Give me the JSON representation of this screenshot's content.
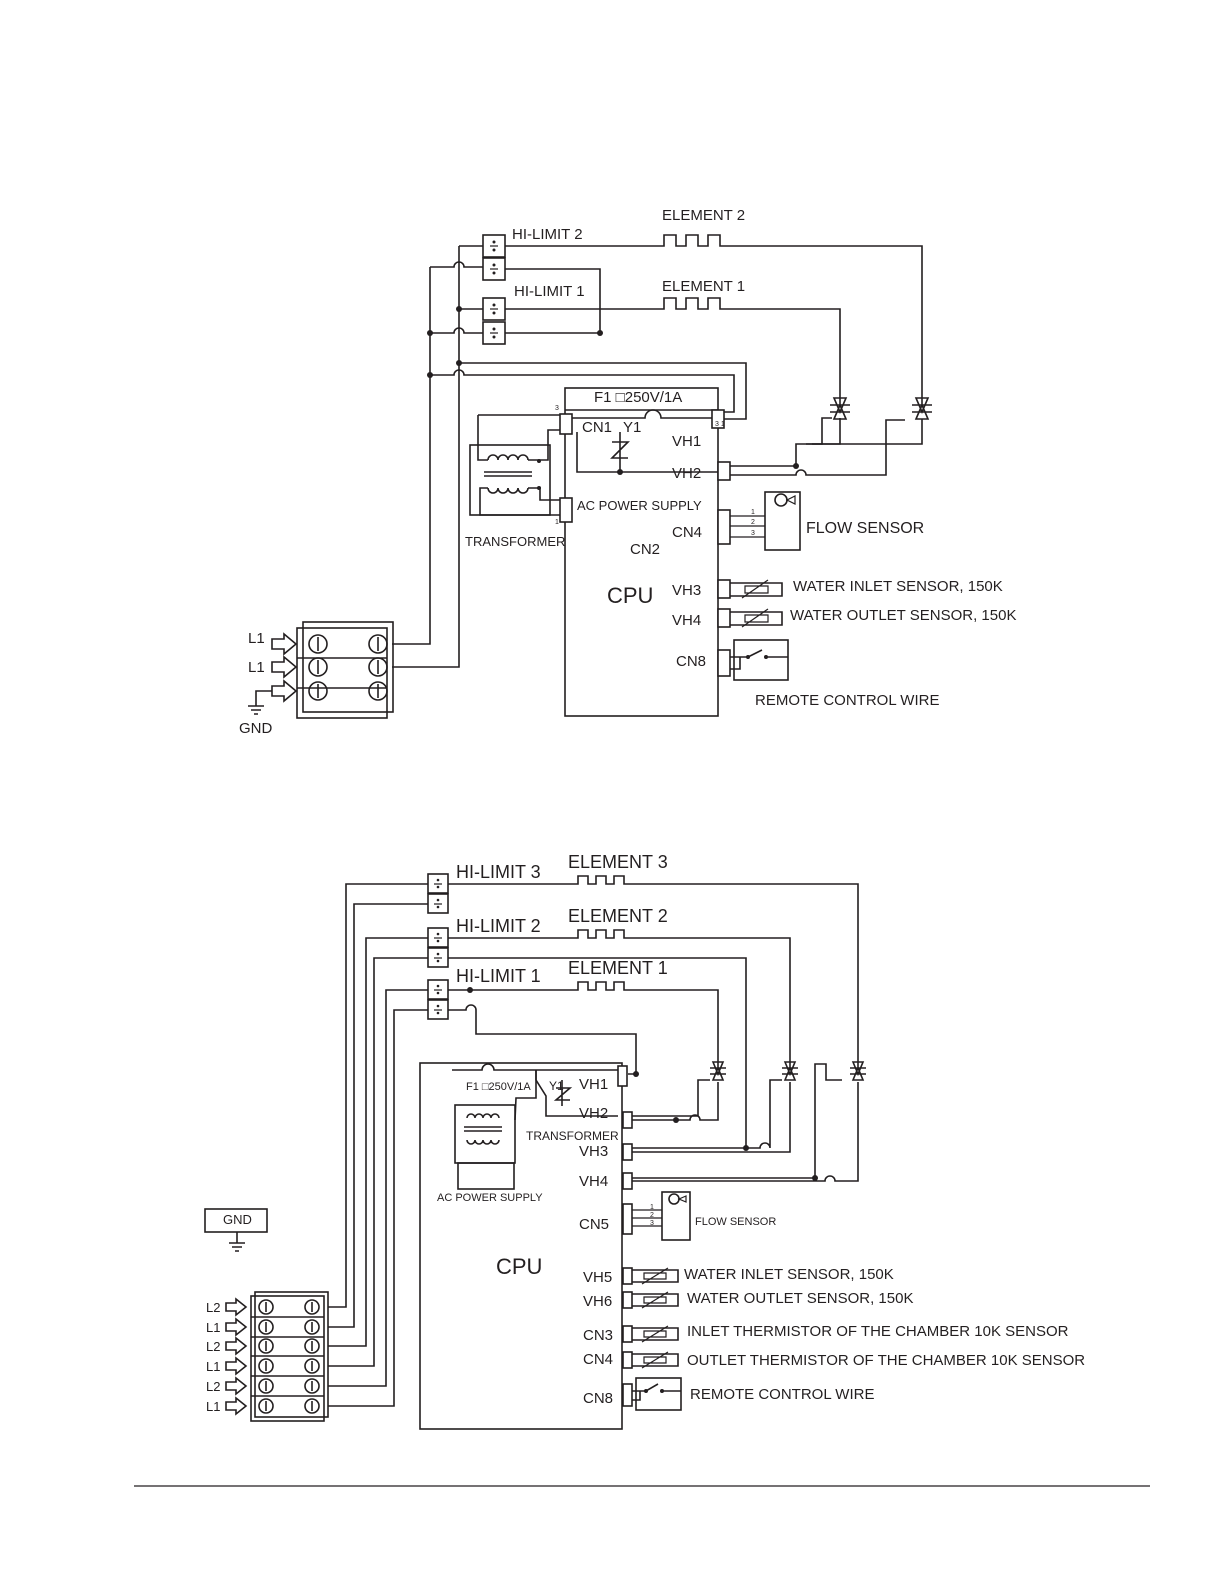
{
  "diagram1": {
    "hi_limit_2": "HI-LIMIT 2",
    "hi_limit_1": "HI-LIMIT 1",
    "element_2": "ELEMENT 2",
    "element_1": "ELEMENT 1",
    "fuse": "F1 □250V/1A",
    "cn1": "CN1",
    "y1": "Y1",
    "vh1": "VH1",
    "vh2": "VH2",
    "ac_power_supply": "AC POWER SUPPLY",
    "cn4": "CN4",
    "cn2": "CN2",
    "transformer": "TRANSFORMER",
    "cpu": "CPU",
    "vh3": "VH3",
    "vh4": "VH4",
    "cn8": "CN8",
    "flow_sensor": "FLOW SENSOR",
    "water_inlet_sensor": "WATER INLET SENSOR, 150K",
    "water_outlet_sensor": "WATER OUTLET SENSOR, 150K",
    "remote_control_wire": "REMOTE CONTROL WIRE",
    "terminals": [
      "L1",
      "L1"
    ],
    "gnd": "GND"
  },
  "diagram2": {
    "hi_limit_3": "HI-LIMIT 3",
    "hi_limit_2": "HI-LIMIT 2",
    "hi_limit_1": "HI-LIMIT 1",
    "element_3": "ELEMENT 3",
    "element_2": "ELEMENT 2",
    "element_1": "ELEMENT 1",
    "fuse": "F1 □250V/1A",
    "y1": "Y1",
    "vh1": "VH1",
    "vh2": "VH2",
    "transformer": "TRANSFORMER",
    "vh3": "VH3",
    "vh4": "VH4",
    "ac_power_supply": "AC POWER SUPPLY",
    "cn5": "CN5",
    "flow_sensor": "FLOW SENSOR",
    "cpu": "CPU",
    "vh5": "VH5",
    "vh6": "VH6",
    "cn3": "CN3",
    "cn4": "CN4",
    "cn8": "CN8",
    "water_inlet_sensor": "WATER  INLET SENSOR, 150K",
    "water_outlet_sensor": "WATER  OUTLET SENSOR, 150K",
    "inlet_thermistor": "INLET THERMISTOR OF THE CHAMBER 10K SENSOR",
    "outlet_thermistor": "OUTLET THERMISTOR OF THE CHAMBER 10K SENSOR",
    "remote_control_wire": "REMOTE CONTROL WIRE",
    "gnd": "GND",
    "terminals": [
      "L2",
      "L1",
      "L2",
      "L1",
      "L2",
      "L1"
    ]
  }
}
